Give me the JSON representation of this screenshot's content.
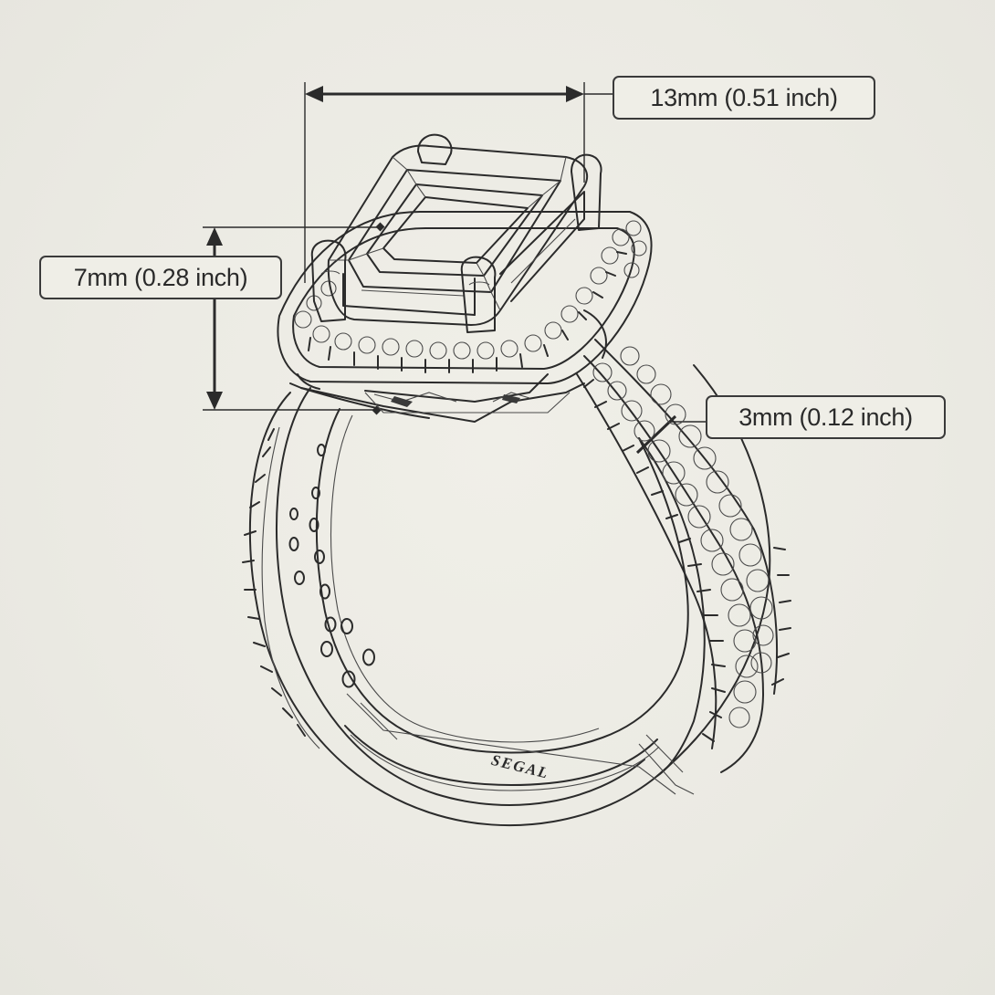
{
  "dimensions": {
    "width_label": "13mm (0.51 inch)",
    "height_label": "7mm (0.28 inch)",
    "band_label": "3mm (0.12 inch)"
  },
  "engraving": {
    "brand": "SEGAL"
  },
  "colors": {
    "paper": "#ecebe4",
    "ink": "#2b2b2b"
  }
}
